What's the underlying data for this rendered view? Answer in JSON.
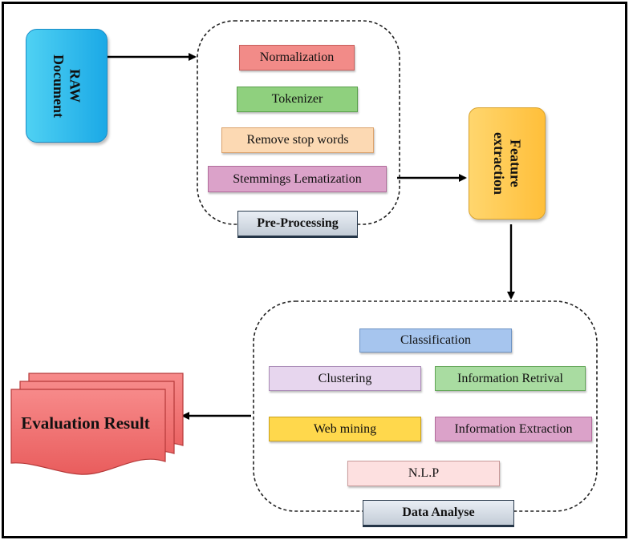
{
  "raw_document": {
    "line1": "RAW",
    "line2": "Document"
  },
  "preprocessing": {
    "label": "Pre-Processing",
    "steps": [
      "Normalization",
      "Tokenizer",
      "Remove stop words",
      "Stemmings Lematization"
    ]
  },
  "feature_extraction": {
    "line1": "Feature",
    "line2": "extraction"
  },
  "data_analyse": {
    "label": "Data Analyse",
    "methods": [
      "Classification",
      "Clustering",
      "Information Retrival",
      "Web mining",
      "Information Extraction",
      "N.L.P"
    ]
  },
  "evaluation": {
    "label": "Evaluation Result"
  },
  "colors": {
    "raw": "#1ba9e6",
    "feature": "#ffbf3a",
    "normalization": "#f28b88",
    "tokenizer": "#8fd07e",
    "stop_words": "#fcd9b3",
    "stemming": "#dba2c9",
    "classification": "#a6c5ee",
    "clustering": "#e7d6ee",
    "info_retrival": "#a9dca1",
    "web_mining": "#ffd84c",
    "info_extraction": "#dba2c9",
    "nlp": "#fde0e0",
    "evaluation": "#ef6b6b"
  }
}
